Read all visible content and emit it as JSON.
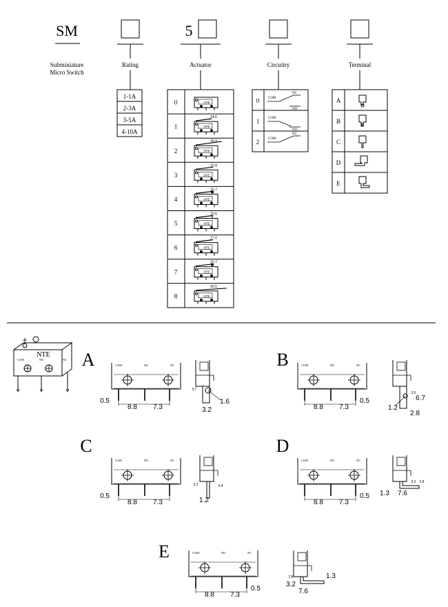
{
  "header": {
    "series": "SM",
    "series_desc_line1": "Subminiature",
    "series_desc_line2": "Micro Switch",
    "fields": [
      {
        "prefix": "",
        "label": "Rating"
      },
      {
        "prefix": "5",
        "label": "Actuator"
      },
      {
        "prefix": "",
        "label": "Circuitry"
      },
      {
        "prefix": "",
        "label": "Terminal"
      }
    ]
  },
  "rating": {
    "options": [
      "1-1A",
      "2-3A",
      "3-5A",
      "4-10A"
    ]
  },
  "actuator": {
    "rows": [
      {
        "code": "0",
        "dim": ""
      },
      {
        "code": "1",
        "dim": "14.6"
      },
      {
        "code": "2",
        "dim": "28.4"
      },
      {
        "code": "3",
        "dim": "15.9"
      },
      {
        "code": "4",
        "dim": "16.7"
      },
      {
        "code": "5",
        "dim": "18.5"
      },
      {
        "code": "6",
        "dim": "17.0"
      },
      {
        "code": "7",
        "dim": "16.7"
      },
      {
        "code": "8",
        "dim": "43.5"
      }
    ],
    "body_brand": "NTE"
  },
  "circuitry": {
    "rows": [
      {
        "code": "0",
        "labels": [
          "COM",
          "NC",
          "NO"
        ]
      },
      {
        "code": "1",
        "labels": [
          "COM",
          "NO"
        ]
      },
      {
        "code": "2",
        "labels": [
          "COM",
          "NC"
        ]
      }
    ]
  },
  "terminal": {
    "rows": [
      "A",
      "B",
      "C",
      "D",
      "E"
    ]
  },
  "drawings": {
    "brand": "NTE",
    "pin_labels": [
      "COM",
      "NO",
      "NC"
    ],
    "views": [
      {
        "letter": "A",
        "left_dim": "0.5",
        "pitch1": "8.8",
        "pitch2": "7.3",
        "side": [
          "3.7",
          "1.6",
          "3.2"
        ]
      },
      {
        "letter": "B",
        "right_dim": "0.5",
        "pitch1": "8.8",
        "pitch2": "7.3",
        "side": [
          "3.5",
          "6.7",
          "1.2",
          "2.8"
        ]
      },
      {
        "letter": "C",
        "left_dim": "0.5",
        "pitch1": "8.8",
        "pitch2": "7.3",
        "side": [
          "3.2",
          "3.4",
          "1.2"
        ]
      },
      {
        "letter": "D",
        "right_dim": "0.5",
        "pitch1": "8.8",
        "pitch2": "7.3",
        "side": [
          "3.2",
          "2.8",
          "1.3",
          "7.6"
        ]
      },
      {
        "letter": "E",
        "right_dim": "0.5",
        "pitch1": "8.8",
        "pitch2": "7.3",
        "side": [
          "2.8",
          "3.2",
          "7.6",
          "1.3"
        ]
      }
    ]
  }
}
